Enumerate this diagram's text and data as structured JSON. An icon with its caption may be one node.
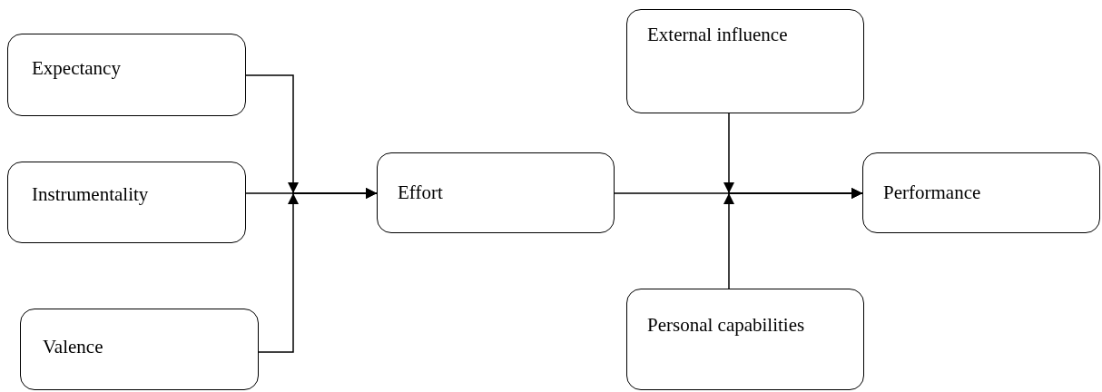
{
  "diagram": {
    "nodes": [
      {
        "text": [
          "Expectancy"
        ]
      },
      {
        "text": [
          "Instrumentality"
        ]
      },
      {
        "text": [
          "Valence"
        ]
      },
      {
        "text": [
          "Effort"
        ]
      },
      {
        "text": [
          "External influence"
        ]
      },
      {
        "text": [
          "Personal capabilities"
        ]
      },
      {
        "text": [
          "Performance"
        ]
      }
    ],
    "edges": [
      {
        "from": 0,
        "to": 3,
        "arrow": "to"
      },
      {
        "from": 1,
        "to": 3,
        "arrow": "to"
      },
      {
        "from": 2,
        "to": 3,
        "arrow": "to"
      },
      {
        "from": 3,
        "to": 6,
        "arrow": "to"
      },
      {
        "from": 4,
        "to": 6,
        "arrow": "to"
      },
      {
        "from": 5,
        "to": 6,
        "arrow": "to"
      }
    ]
  }
}
